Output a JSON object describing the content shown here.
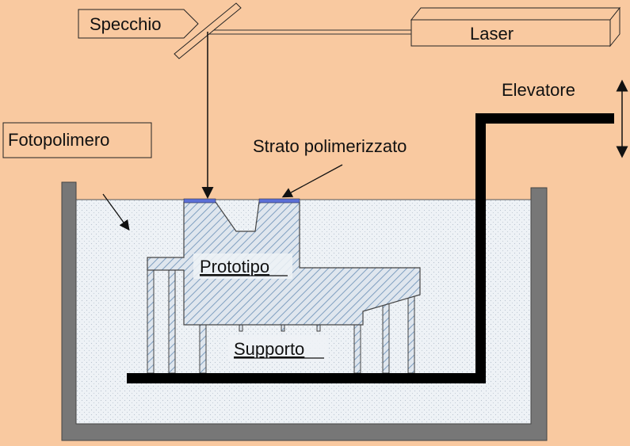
{
  "colors": {
    "background": "#f9c9a0",
    "tank_wall": "#777777",
    "liquid": "#eef2f6",
    "prototype_hatch": "#7f9fc0",
    "cured_layer": "#5b6fd6",
    "elevator": "#000000"
  },
  "labels": {
    "mirror": "Specchio",
    "laser": "Laser",
    "elevator": "Elevatore",
    "photopolymer": "Fotopolimero",
    "cured_layer": "Strato polimerizzato",
    "prototype": "Prototipo",
    "support": "Supporto"
  },
  "icons": {
    "elevator_motion": "double-vertical-arrow-icon"
  }
}
